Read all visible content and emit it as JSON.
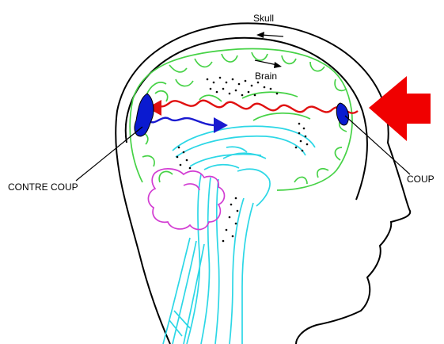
{
  "labels": {
    "skull": "Skull",
    "brain": "Brain",
    "contre_coup": "CONTRE COUP",
    "coup": "COUP"
  },
  "colors": {
    "outline": "#000000",
    "brain_gyri": "#46d246",
    "brainstem": "#2cd7e6",
    "cerebellum": "#d23cd2",
    "impact_arrow": "#f00000",
    "shock_wave": "#e01010",
    "rebound_wave": "#1a1ad0",
    "contusion": "#0a1ad0",
    "dots": "#000000"
  },
  "icons": {
    "impact": "impact-arrow-icon",
    "skull_motion": "skull-motion-arrow-icon",
    "brain_motion": "brain-motion-arrow-icon"
  }
}
